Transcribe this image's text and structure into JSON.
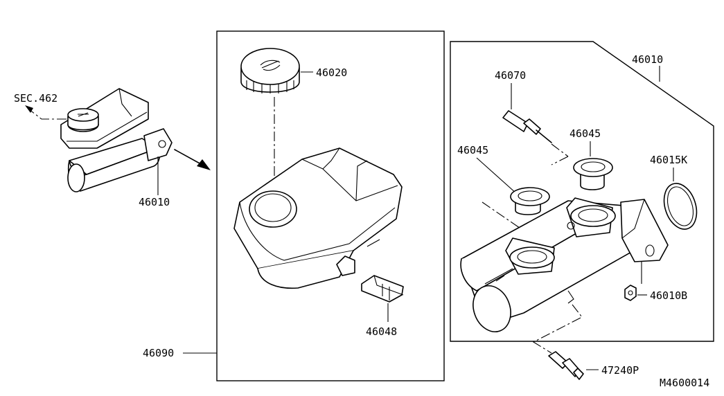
{
  "labels": {
    "sec462": "SEC.462",
    "assy_left": "46010",
    "cap": "46020",
    "reservoir_assy": "46090",
    "sensor": "46048",
    "cylinder_assy": "46010",
    "pin": "46070",
    "grommet_upper": "46045",
    "grommet_lower": "46045",
    "o_ring": "46015K",
    "nut": "46010B",
    "connector": "47240P",
    "diagram_code": "M4600014"
  }
}
